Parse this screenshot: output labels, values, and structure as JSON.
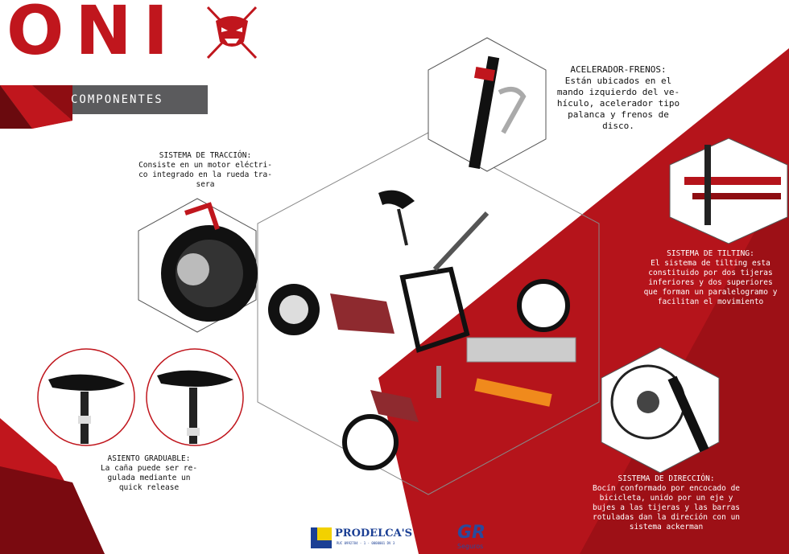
{
  "header": {
    "title": "ONI",
    "section_label": "COMPONENTES"
  },
  "sections": {
    "traccion": {
      "heading": "SISTEMA DE TRACCIÓN:",
      "body": "Consiste en un motor eléctri-\nco integrado en la rueda tra-\nsera"
    },
    "acelerador": {
      "heading": "ACELERADOR-FRENOS:",
      "body": "Están ubicados en el\nmando izquierdo del ve-\nhículo, acelerador tipo\npalanca y frenos de\ndisco."
    },
    "tilting": {
      "heading": "SISTEMA DE TILTING:",
      "body": "El sistema de tilting esta\nconstituido por dos tijeras\ninferiores y dos superiores\nque forman un paralelogramo y\nfacilitan el movimiento"
    },
    "asiento": {
      "heading": "ASIENTO GRADUABLE:",
      "body": "La caña puede ser re-\ngulada mediante un\nquick release"
    },
    "direccion": {
      "heading": "SISTEMA DE DIRECCIÓN:",
      "body": "Bocín conformado por encocado de\nbicicleta, unido por un eje y\nbujes a las tijeras y las barras\nrotuladas dan la direción con un\nsistema ackerman"
    }
  },
  "logos": {
    "prodelca": "PRODELCA'S",
    "prodelca_sub": "RUC 0992784 - 1 - 0000001 DV 3",
    "gr": "GR",
    "gr_sub": "Seguros"
  },
  "colors": {
    "brand_red": "#c0161d",
    "dark_red": "#8e0d12",
    "gray_bar": "#5b5b5d"
  }
}
